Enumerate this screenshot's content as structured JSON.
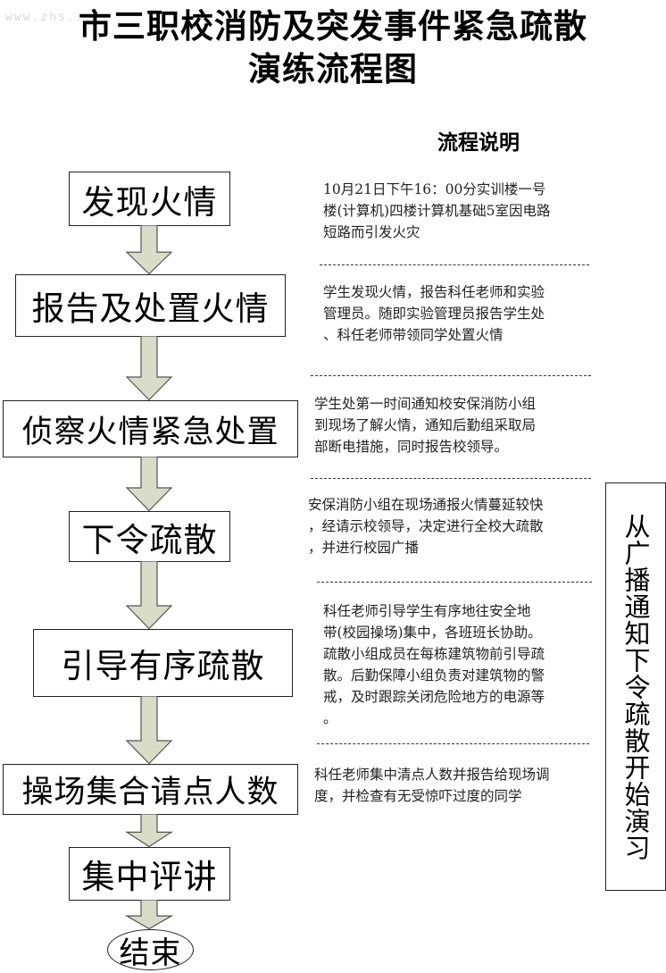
{
  "watermark": "www.zhs...",
  "title": {
    "line1": "市三职校消防及突发事件紧急疏散",
    "line2": "演练流程图"
  },
  "description_heading": "流程说明",
  "steps": [
    {
      "label": "发现火情"
    },
    {
      "label": "报告及处置火情"
    },
    {
      "label": "侦察火情紧急处置"
    },
    {
      "label": "下令疏散"
    },
    {
      "label": "引导有序疏散"
    },
    {
      "label": "操场集合请点人数"
    },
    {
      "label": "集中评讲"
    },
    {
      "label": "结束"
    }
  ],
  "descriptions": [
    {
      "lines": [
        "10月21日下午16：00分实训楼一号",
        "楼(计算机)四楼计算机基础5室因电路",
        "短路而引发火灾"
      ]
    },
    {
      "lines": [
        "学生发现火情，报告科任老师和实验",
        "管理员。随即实验管理员报告学生处",
        "、科任老师带领同学处置火情"
      ]
    },
    {
      "lines": [
        "学生处第一时间通知校安保消防小组",
        "到现场了解火情，通知后勤组采取局",
        "部断电措施，同时报告校领导。"
      ]
    },
    {
      "lines": [
        "安保消防小组在现场通报火情蔓延较快",
        "，经请示校领导，决定进行全校大疏散",
        "，并进行校园广播"
      ]
    },
    {
      "lines": [
        "科任老师引导学生有序地往安全地",
        "带(校园操场)集中，各班班长协助。",
        "疏散小组成员在每栋建筑物前引导疏",
        "散。后勤保障小组负责对建筑物的警",
        "戒，及时跟踪关闭危险地方的电源等",
        "。"
      ]
    },
    {
      "lines": [
        "科任老师集中清点人数并报告给现场调",
        "度，并检查有无受惊吓过度的同学"
      ]
    }
  ],
  "side_note": "从广播通知下令疏散开始演习",
  "colors": {
    "arrow_fill": "#d9dcc8",
    "arrow_stroke": "#555555"
  }
}
